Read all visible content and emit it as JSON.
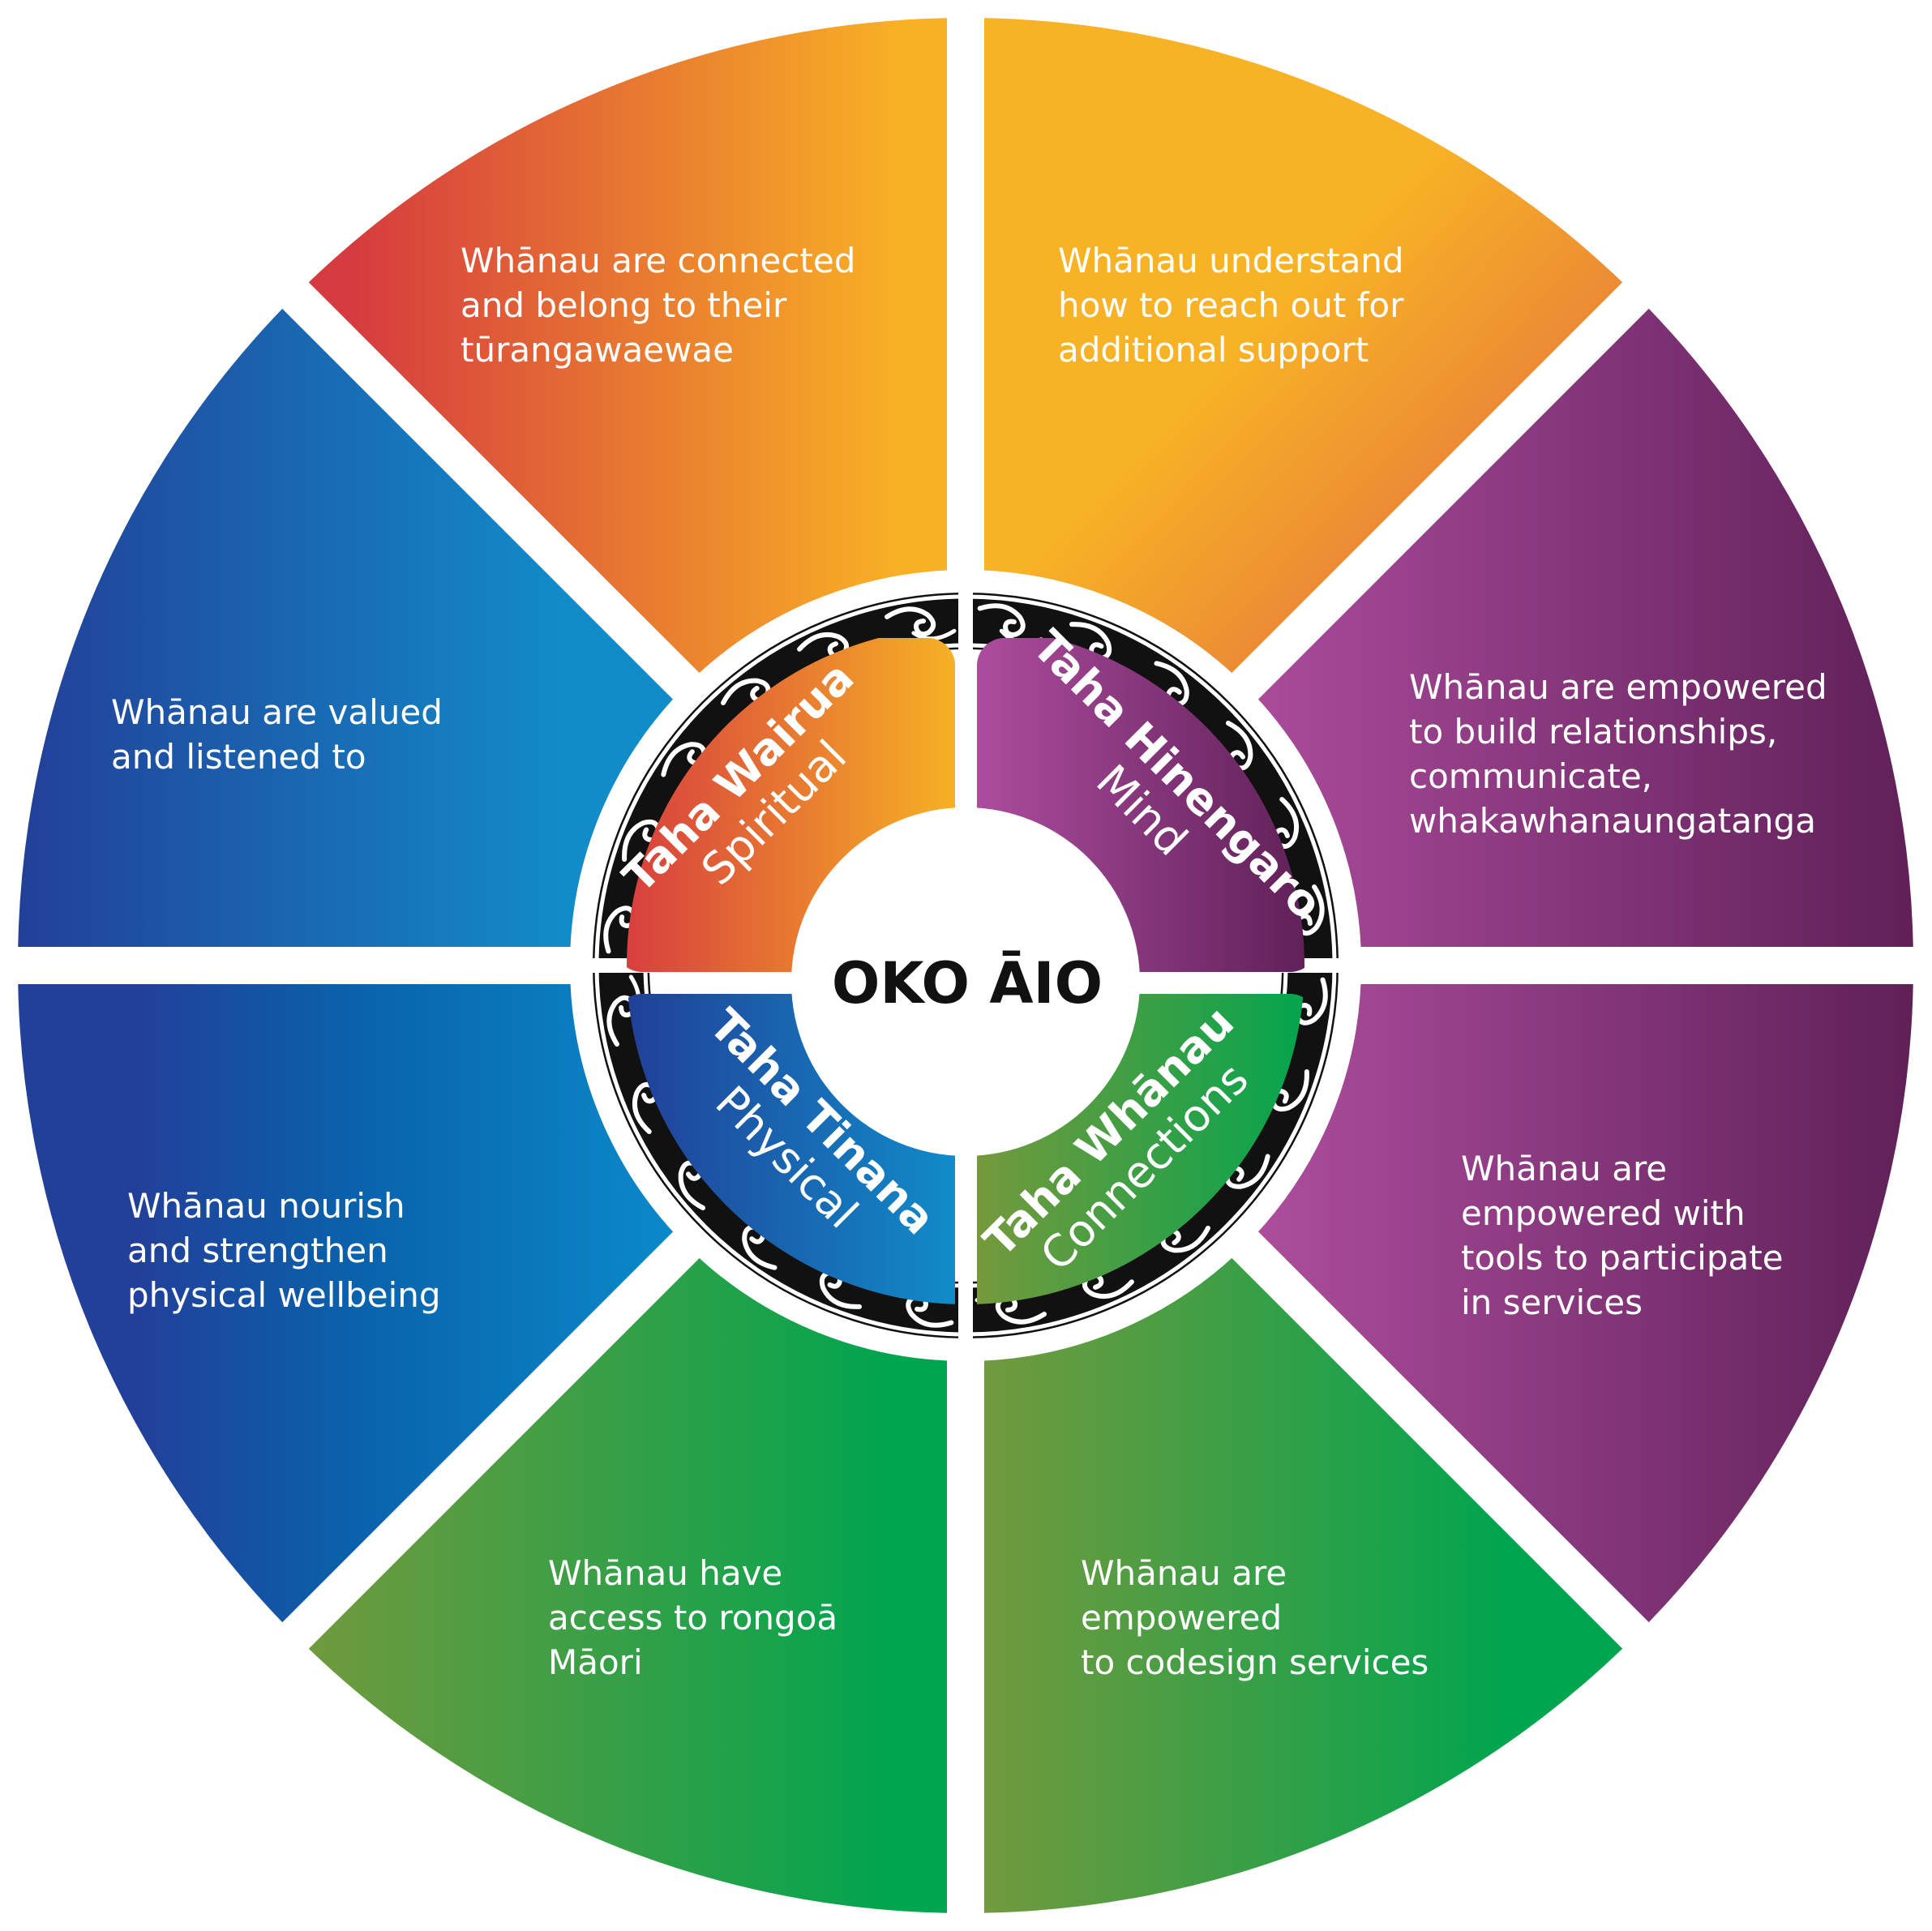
{
  "center_title": "OKO ĀIO",
  "domains": [
    {
      "title": "Taha Wairua",
      "subtitle": "Spiritual",
      "color_start": "#d63b3f",
      "color_end": "#f7b125"
    },
    {
      "title": "Taha Hinengaro",
      "subtitle": "Mind",
      "color_start": "#ad4c9e",
      "color_end": "#5d1f56"
    },
    {
      "title": "Taha Tinana",
      "subtitle": "Physical",
      "color_start": "#223d96",
      "color_end": "#118bc9"
    },
    {
      "title": "Taha Whānau",
      "subtitle": "Connections",
      "color_start": "#75993c",
      "color_end": "#00a54f"
    }
  ],
  "segments": [
    {
      "lines": [
        "Whānau are connected",
        "and belong to their",
        "tūrangawaewae"
      ]
    },
    {
      "lines": [
        "Whānau understand",
        "how to reach out for",
        "additional support"
      ]
    },
    {
      "lines": [
        "Whānau are empowered",
        "to build relationships,",
        "communicate,",
        "whakawhanaungatanga"
      ]
    },
    {
      "lines": [
        "Whānau are",
        "empowered with",
        "tools to participate",
        "in services"
      ]
    },
    {
      "lines": [
        "Whānau are",
        "empowered",
        "to codesign services"
      ]
    },
    {
      "lines": [
        "Whānau have",
        "access to rongoā",
        "Māori"
      ]
    },
    {
      "lines": [
        "Whānau nourish",
        "and strengthen",
        "physical wellbeing"
      ]
    },
    {
      "lines": [
        "Whānau are valued",
        "and listened to"
      ]
    }
  ]
}
